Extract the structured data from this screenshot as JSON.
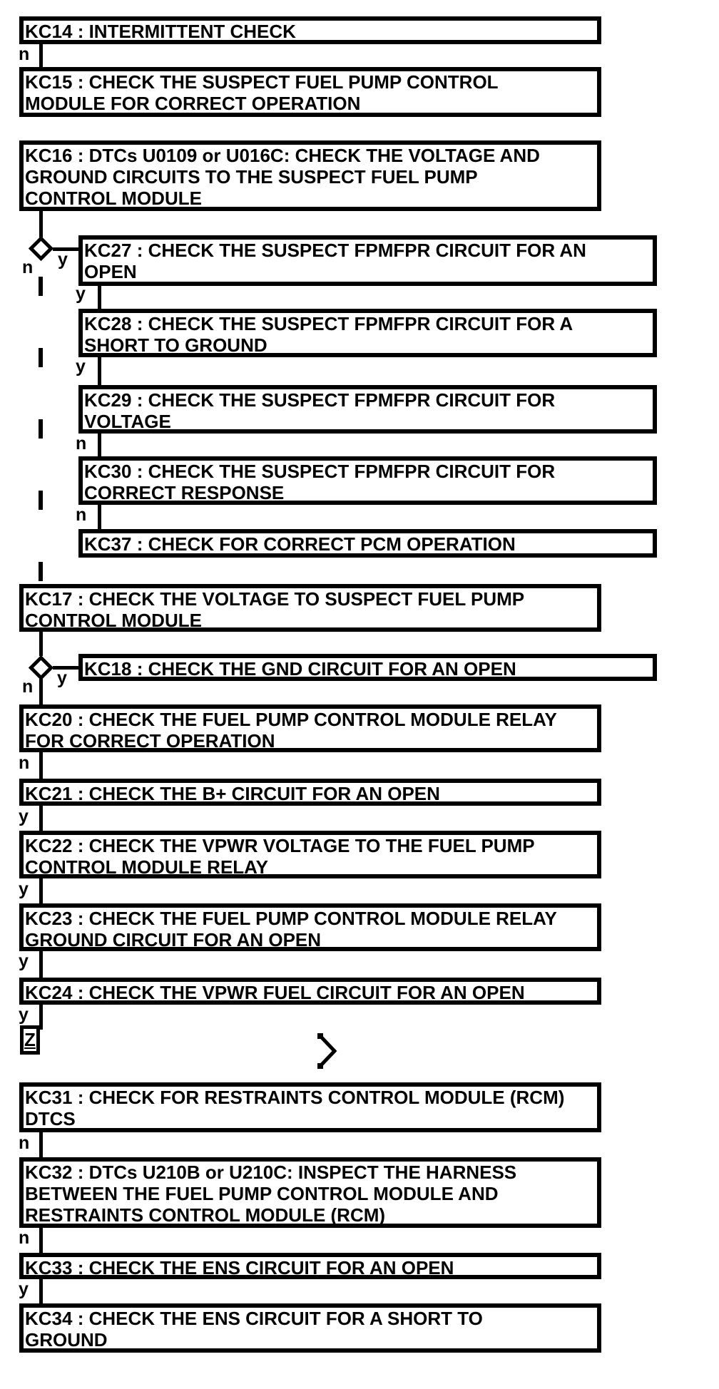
{
  "colors": {
    "ink": "#000000",
    "background": "#ffffff"
  },
  "labels": {
    "yes": "y",
    "no": "n"
  },
  "offpage": {
    "label": "Z"
  },
  "nodes": {
    "kc14": "KC14 : INTERMITTENT CHECK",
    "kc15": "KC15 : CHECK THE SUSPECT FUEL PUMP CONTROL\nMODULE FOR CORRECT OPERATION",
    "kc16": "KC16 : DTCs U0109 or U016C: CHECK THE VOLTAGE AND\nGROUND CIRCUITS TO THE SUSPECT FUEL PUMP\nCONTROL MODULE",
    "kc27": "KC27 : CHECK THE SUSPECT FPMFPR CIRCUIT FOR AN\nOPEN",
    "kc28": "KC28 : CHECK THE SUSPECT FPMFPR CIRCUIT FOR A\nSHORT TO GROUND",
    "kc29": "KC29 : CHECK THE SUSPECT FPMFPR CIRCUIT FOR\nVOLTAGE",
    "kc30": "KC30 : CHECK THE SUSPECT FPMFPR CIRCUIT FOR\nCORRECT RESPONSE",
    "kc37": "KC37 : CHECK FOR CORRECT PCM OPERATION",
    "kc17": "KC17 : CHECK THE VOLTAGE TO SUSPECT FUEL PUMP\nCONTROL MODULE",
    "kc18": "KC18 : CHECK THE GND CIRCUIT FOR AN OPEN",
    "kc20": "KC20 : CHECK THE FUEL PUMP CONTROL MODULE RELAY\nFOR CORRECT OPERATION",
    "kc21": "KC21 : CHECK THE B+ CIRCUIT FOR AN OPEN",
    "kc22": "KC22 : CHECK THE VPWR VOLTAGE TO THE FUEL PUMP\nCONTROL MODULE RELAY",
    "kc23": "KC23 : CHECK THE FUEL PUMP CONTROL MODULE RELAY\nGROUND CIRCUIT FOR AN OPEN",
    "kc24": "KC24 : CHECK THE VPWR FUEL CIRCUIT FOR AN OPEN",
    "kc31": "KC31 : CHECK FOR RESTRAINTS CONTROL MODULE (RCM)\nDTCS",
    "kc32": "KC32 : DTCs U210B or U210C: INSPECT THE HARNESS\nBETWEEN THE FUEL PUMP CONTROL MODULE AND\nRESTRAINTS CONTROL MODULE (RCM)",
    "kc33": "KC33 : CHECK THE ENS CIRCUIT FOR AN OPEN",
    "kc34": "KC34 : CHECK THE ENS CIRCUIT FOR A SHORT TO\nGROUND"
  }
}
